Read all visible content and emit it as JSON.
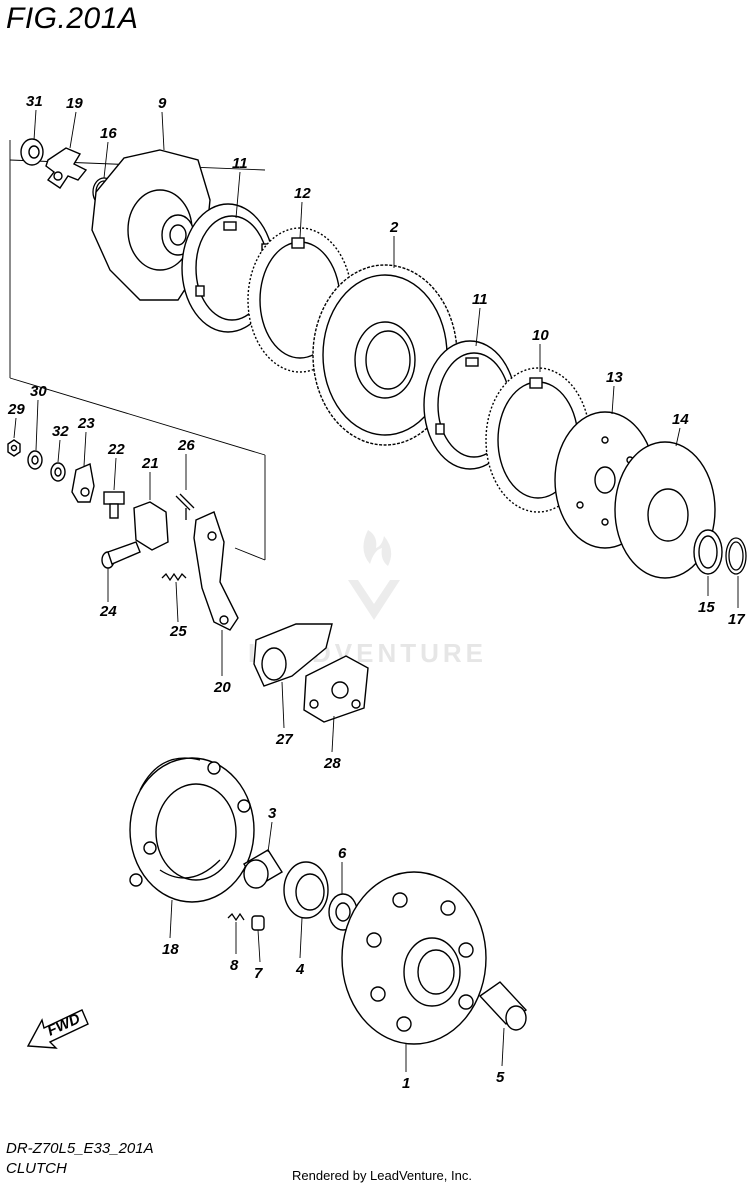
{
  "figure_title": "FIG.201A",
  "drawing_code": "DR-Z70L5_E33_201A",
  "section_name": "CLUTCH",
  "credit": "Rendered by LeadVenture, Inc.",
  "watermark": "LEADVENTURE",
  "fwd_label": "FWD",
  "callouts": [
    {
      "id": "c31",
      "label": "31"
    },
    {
      "id": "c19",
      "label": "19"
    },
    {
      "id": "c16",
      "label": "16"
    },
    {
      "id": "c9",
      "label": "9"
    },
    {
      "id": "c11a",
      "label": "11"
    },
    {
      "id": "c12",
      "label": "12"
    },
    {
      "id": "c2",
      "label": "2"
    },
    {
      "id": "c11b",
      "label": "11"
    },
    {
      "id": "c10",
      "label": "10"
    },
    {
      "id": "c13",
      "label": "13"
    },
    {
      "id": "c14",
      "label": "14"
    },
    {
      "id": "c15",
      "label": "15"
    },
    {
      "id": "c17",
      "label": "17"
    },
    {
      "id": "c29",
      "label": "29"
    },
    {
      "id": "c30",
      "label": "30"
    },
    {
      "id": "c32",
      "label": "32"
    },
    {
      "id": "c23",
      "label": "23"
    },
    {
      "id": "c22",
      "label": "22"
    },
    {
      "id": "c21",
      "label": "21"
    },
    {
      "id": "c26",
      "label": "26"
    },
    {
      "id": "c24",
      "label": "24"
    },
    {
      "id": "c25",
      "label": "25"
    },
    {
      "id": "c20",
      "label": "20"
    },
    {
      "id": "c27",
      "label": "27"
    },
    {
      "id": "c28",
      "label": "28"
    },
    {
      "id": "c3",
      "label": "3"
    },
    {
      "id": "c6",
      "label": "6"
    },
    {
      "id": "c18",
      "label": "18"
    },
    {
      "id": "c8",
      "label": "8"
    },
    {
      "id": "c7",
      "label": "7"
    },
    {
      "id": "c4",
      "label": "4"
    },
    {
      "id": "c1",
      "label": "1"
    },
    {
      "id": "c5",
      "label": "5"
    }
  ]
}
